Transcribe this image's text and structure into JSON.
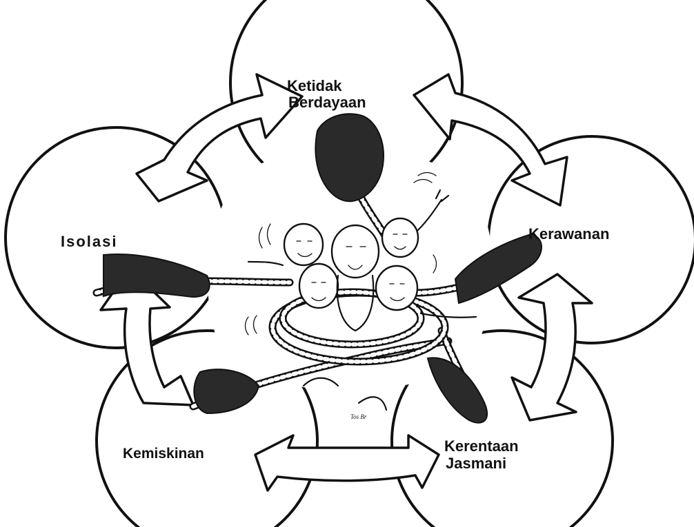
{
  "diagram": {
    "nodes": [
      {
        "id": "ketidak-berdayaan",
        "lines": [
          "Ketidak",
          "Berdayaan"
        ]
      },
      {
        "id": "kerawanan",
        "lines": [
          "Kerawanan"
        ]
      },
      {
        "id": "kerentaan-jasmani",
        "lines": [
          "Kerentaan",
          "Jasmani"
        ]
      },
      {
        "id": "kemiskinan",
        "lines": [
          "Kemiskinan"
        ]
      },
      {
        "id": "isolasi",
        "lines": [
          "Isolasi"
        ]
      }
    ],
    "cycle_arrows": [
      {
        "from": "isolasi",
        "to": "ketidak-berdayaan"
      },
      {
        "from": "ketidak-berdayaan",
        "to": "kerawanan"
      },
      {
        "from": "kerawanan",
        "to": "kerentaan-jasmani"
      },
      {
        "from": "kerentaan-jasmani",
        "to": "kemiskinan"
      },
      {
        "from": "kemiskinan",
        "to": "isolasi"
      }
    ],
    "illustration_signature": "Tos Br"
  }
}
